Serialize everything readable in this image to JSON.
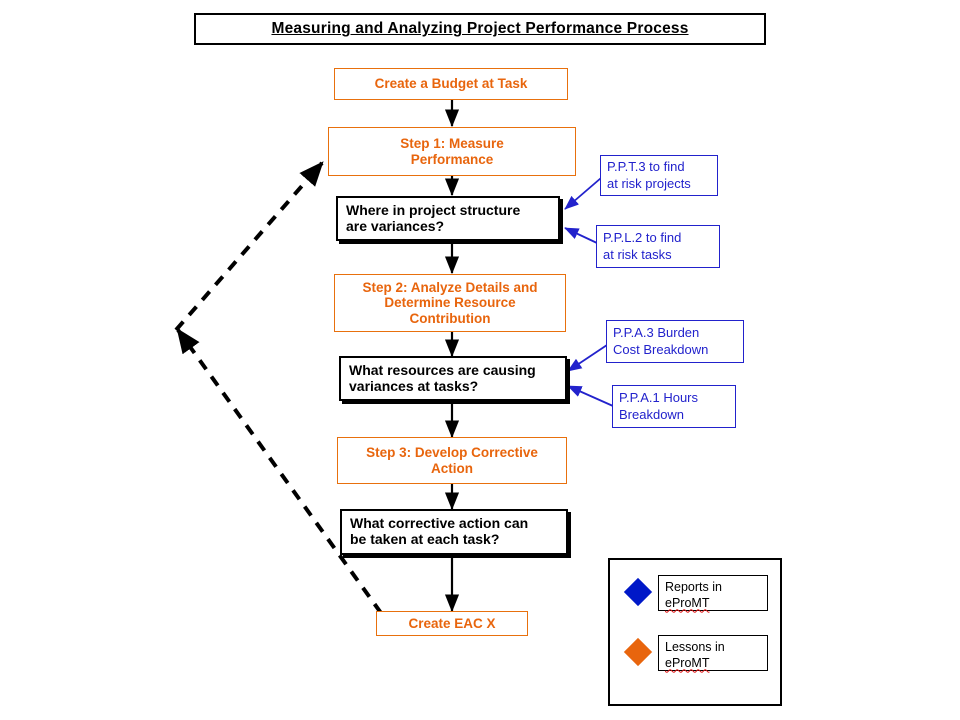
{
  "title": {
    "text": "Measuring and Analyzing Project Performance Process"
  },
  "process_steps": [
    {
      "id": "create-budget",
      "label": "Create a Budget at Task"
    },
    {
      "id": "step-1",
      "label": "Step 1: Measure\nPerformance"
    },
    {
      "id": "step-2",
      "label": "Step 2: Analyze Details and\nDetermine Resource\nContribution"
    },
    {
      "id": "step-3",
      "label": "Step 3: Develop Corrective\nAction"
    },
    {
      "id": "create-eac",
      "label": "Create EAC X"
    }
  ],
  "questions": [
    {
      "id": "q-where-variances",
      "label": "Where in project structure\n are variances?"
    },
    {
      "id": "q-what-resources",
      "label": "What resources are causing\nvariances at tasks?"
    },
    {
      "id": "q-corrective-action",
      "label": "What corrective action can\nbe taken at each task?"
    }
  ],
  "reports": [
    {
      "id": "ppt3",
      "label": "P.P.T.3  to find\nat risk projects"
    },
    {
      "id": "ppl2",
      "label": "P.P.L.2  to find\nat risk tasks"
    },
    {
      "id": "ppa3",
      "label": "P.P.A.3  Burden\nCost Breakdown"
    },
    {
      "id": "ppa1",
      "label": "P.P.A.1 Hours\nBreakdown"
    }
  ],
  "legend": {
    "items": [
      {
        "id": "reports",
        "marker": "blue-diamond",
        "line1": "Reports in",
        "line2": "eProMT"
      },
      {
        "id": "lessons",
        "marker": "orange-diamond",
        "line1": "Lessons in",
        "line2": "eProMT"
      }
    ]
  },
  "colors": {
    "orange": "#E8650D",
    "blue": "#2222CC",
    "legend_blue": "#0018C8",
    "black": "#000000",
    "spellcheck_red": "#E01010",
    "background": "#FFFFFF"
  }
}
